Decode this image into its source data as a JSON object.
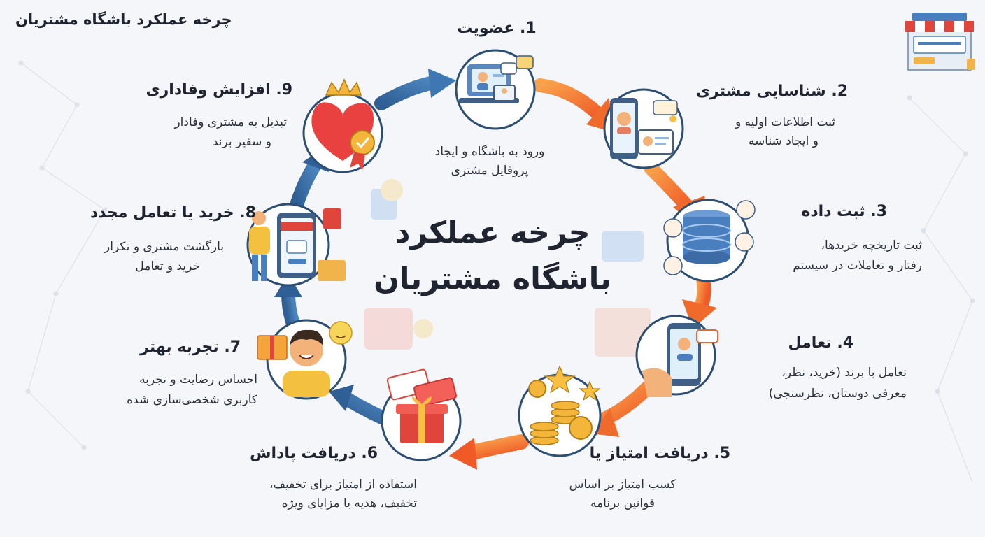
{
  "header": {
    "corner_title": "چرخه عملکرد باشگاه مشتریان"
  },
  "center": {
    "line1": "چرخه عملکرد",
    "line2": "باشگاه مشتریان"
  },
  "logo": {
    "icon": "online-store-awning-icon"
  },
  "steps": [
    {
      "title": "1. عضویت",
      "desc1": "ورود به باشگاه و ایجاد",
      "desc2": "پروفایل مشتری",
      "icon": "laptop-profile-icon"
    },
    {
      "title": "2. شناسایی مشتری",
      "desc1": "ثبت اطلاعات اولیه و",
      "desc2": "و ایجاد شناسه",
      "icon": "id-card-phone-icon"
    },
    {
      "title": "3. ثبت داده",
      "desc1": "ثبت تاریخچه خریدها،",
      "desc2": "رفتار و تعاملات در سیستم",
      "icon": "database-icon"
    },
    {
      "title": "4. تعامل",
      "desc1": "تعامل با برند (خرید، نظر،",
      "desc2": "معرفی دوستان، نظرسنجی)",
      "icon": "phone-chat-icon"
    },
    {
      "title": "5. دریافت امتیاز یا",
      "desc1": "کسب امتیاز بر اساس",
      "desc2": "قوانین برنامه",
      "icon": "coins-stars-icon"
    },
    {
      "title": "6. دریافت پاداش",
      "desc1": "استفاده از امتیاز برای تخفیف،",
      "desc2": "تخفیف، هدیه یا مزایای ویژه",
      "icon": "gift-voucher-icon"
    },
    {
      "title": "7. تجربه بهتر",
      "desc1": "احساس رضایت و تجربه",
      "desc2": "کاربری شخصی‌سازی شده",
      "icon": "happy-customer-icon"
    },
    {
      "title": "8. خرید یا تعامل مجدد",
      "desc1": "بازگشت مشتری و تکرار",
      "desc2": "خرید و تعامل",
      "icon": "repeat-shopping-icon"
    },
    {
      "title": "9. افزایش وفاداری",
      "desc1": "تبدیل به مشتری وفادار",
      "desc2": "و سفیر برند",
      "icon": "heart-crown-icon"
    }
  ],
  "colors": {
    "blue": "#3a6fa6",
    "orange": "#f2712b",
    "ring": "#2d4e73",
    "title": "#1f2430"
  }
}
